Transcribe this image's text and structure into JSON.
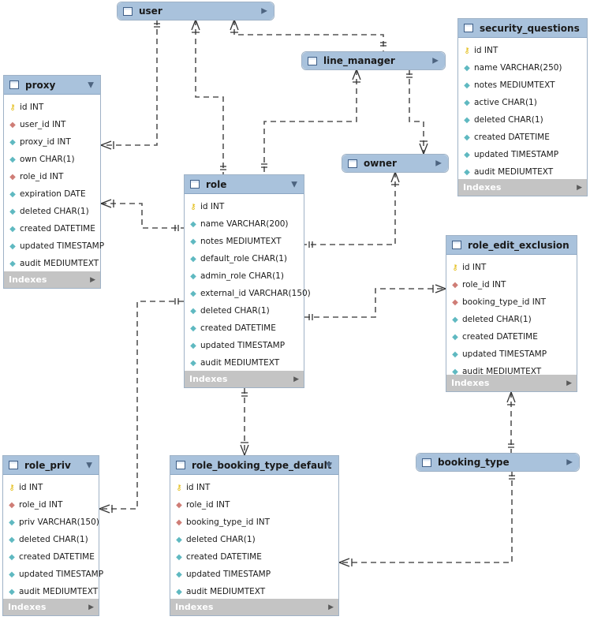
{
  "tables": [
    {
      "id": "user",
      "name": "user",
      "collapsed": true
    },
    {
      "id": "line_manager",
      "name": "line_manager",
      "collapsed": true
    },
    {
      "id": "owner",
      "name": "owner",
      "collapsed": true
    },
    {
      "id": "booking_type",
      "name": "booking_type",
      "collapsed": true
    },
    {
      "id": "proxy",
      "name": "proxy",
      "indexes": "Indexes",
      "columns": [
        {
          "key": "pk",
          "text": "id INT"
        },
        {
          "key": "fk",
          "text": "user_id INT"
        },
        {
          "key": "field",
          "text": "proxy_id INT"
        },
        {
          "key": "field",
          "text": "own CHAR(1)"
        },
        {
          "key": "fk",
          "text": "role_id INT"
        },
        {
          "key": "field",
          "text": "expiration DATE"
        },
        {
          "key": "field",
          "text": "deleted CHAR(1)"
        },
        {
          "key": "field",
          "text": "created DATETIME"
        },
        {
          "key": "field",
          "text": "updated TIMESTAMP"
        },
        {
          "key": "field",
          "text": "audit MEDIUMTEXT"
        }
      ]
    },
    {
      "id": "role",
      "name": "role",
      "indexes": "Indexes",
      "columns": [
        {
          "key": "pk",
          "text": "id INT"
        },
        {
          "key": "field",
          "text": "name VARCHAR(200)"
        },
        {
          "key": "field",
          "text": "notes MEDIUMTEXT"
        },
        {
          "key": "field",
          "text": "default_role CHAR(1)"
        },
        {
          "key": "field",
          "text": "admin_role CHAR(1)"
        },
        {
          "key": "field",
          "text": "external_id VARCHAR(150)"
        },
        {
          "key": "field",
          "text": "deleted CHAR(1)"
        },
        {
          "key": "field",
          "text": "created DATETIME"
        },
        {
          "key": "field",
          "text": "updated TIMESTAMP"
        },
        {
          "key": "field",
          "text": "audit MEDIUMTEXT"
        }
      ]
    },
    {
      "id": "security_questions",
      "name": "security_questions",
      "indexes": "Indexes",
      "columns": [
        {
          "key": "pk",
          "text": "id INT"
        },
        {
          "key": "field",
          "text": "name VARCHAR(250)"
        },
        {
          "key": "field",
          "text": "notes MEDIUMTEXT"
        },
        {
          "key": "field",
          "text": "active CHAR(1)"
        },
        {
          "key": "field",
          "text": "deleted CHAR(1)"
        },
        {
          "key": "field",
          "text": "created DATETIME"
        },
        {
          "key": "field",
          "text": "updated TIMESTAMP"
        },
        {
          "key": "field",
          "text": "audit MEDIUMTEXT"
        }
      ]
    },
    {
      "id": "role_edit_exclusion",
      "name": "role_edit_exclusion",
      "indexes": "Indexes",
      "columns": [
        {
          "key": "pk",
          "text": "id INT"
        },
        {
          "key": "fk",
          "text": "role_id INT"
        },
        {
          "key": "fk",
          "text": "booking_type_id INT"
        },
        {
          "key": "field",
          "text": "deleted CHAR(1)"
        },
        {
          "key": "field",
          "text": "created DATETIME"
        },
        {
          "key": "field",
          "text": "updated TIMESTAMP"
        },
        {
          "key": "field",
          "text": "audit MEDIUMTEXT"
        }
      ]
    },
    {
      "id": "role_priv",
      "name": "role_priv",
      "indexes": "Indexes",
      "columns": [
        {
          "key": "pk",
          "text": "id INT"
        },
        {
          "key": "fk",
          "text": "role_id INT"
        },
        {
          "key": "field",
          "text": "priv VARCHAR(150)"
        },
        {
          "key": "field",
          "text": "deleted CHAR(1)"
        },
        {
          "key": "field",
          "text": "created DATETIME"
        },
        {
          "key": "field",
          "text": "updated TIMESTAMP"
        },
        {
          "key": "field",
          "text": "audit MEDIUMTEXT"
        }
      ]
    },
    {
      "id": "role_booking_type_default",
      "name": "role_booking_type_default",
      "indexes": "Indexes",
      "columns": [
        {
          "key": "pk",
          "text": "id INT"
        },
        {
          "key": "fk",
          "text": "role_id INT"
        },
        {
          "key": "fk",
          "text": "booking_type_id INT"
        },
        {
          "key": "field",
          "text": "deleted CHAR(1)"
        },
        {
          "key": "field",
          "text": "created DATETIME"
        },
        {
          "key": "field",
          "text": "updated TIMESTAMP"
        },
        {
          "key": "field",
          "text": "audit MEDIUMTEXT"
        }
      ]
    }
  ],
  "relationships": [
    {
      "from": "user",
      "to": "proxy"
    },
    {
      "from": "user",
      "to": "role"
    },
    {
      "from": "user",
      "to": "line_manager"
    },
    {
      "from": "line_manager",
      "to": "role"
    },
    {
      "from": "line_manager",
      "to": "owner"
    },
    {
      "from": "owner",
      "to": "role"
    },
    {
      "from": "proxy",
      "to": "role"
    },
    {
      "from": "role",
      "to": "role_edit_exclusion"
    },
    {
      "from": "role",
      "to": "role_priv"
    },
    {
      "from": "role",
      "to": "role_booking_type_default"
    },
    {
      "from": "role_edit_exclusion",
      "to": "booking_type"
    },
    {
      "from": "booking_type",
      "to": "role_booking_type_default"
    }
  ],
  "colors": {
    "header": "#a9c2dc",
    "line": "#555555",
    "pk": "#e1b700",
    "fk": "#cf7d76",
    "field": "#5fb9c1",
    "indexes_bar": "#c4c4c4"
  },
  "icons": {
    "pk": "key-icon",
    "fk": "foreign-key-diamond-icon",
    "field": "column-diamond-icon",
    "table": "table-icon",
    "arrow": "expand-arrow-icon"
  }
}
